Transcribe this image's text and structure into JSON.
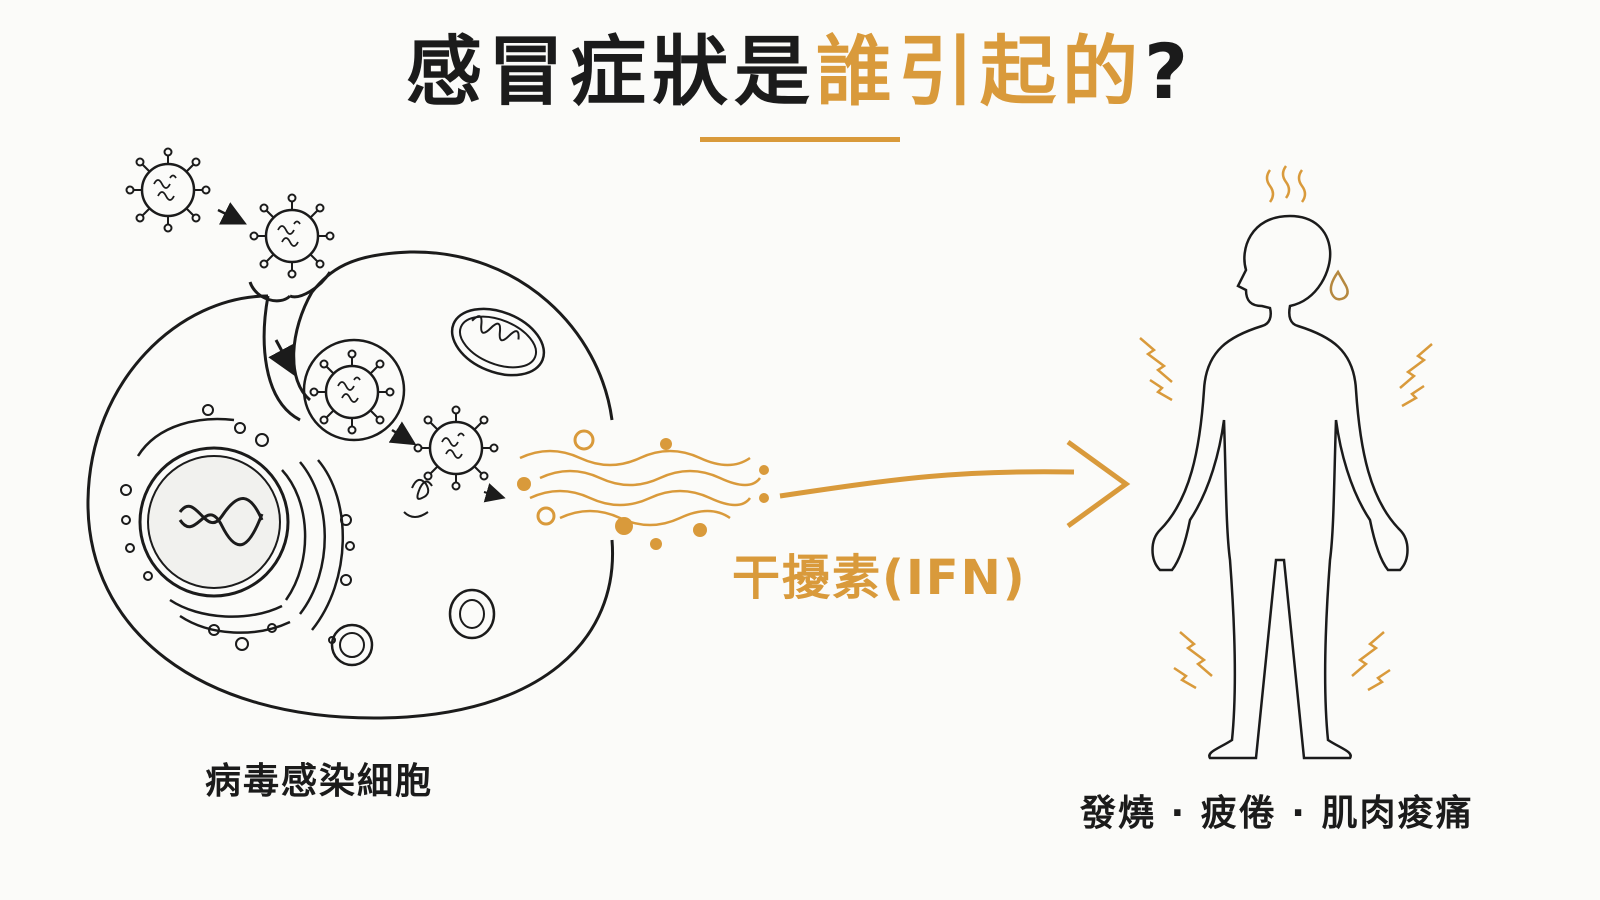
{
  "title": {
    "part1": "感冒症狀是",
    "accent": "誰引起的",
    "part3": "?"
  },
  "cell": {
    "label": "病毒感染細胞"
  },
  "signal": {
    "label": "干擾素(IFN)"
  },
  "body": {
    "symptoms": "發燒 · 疲倦 · 肌肉痠痛"
  },
  "colors": {
    "accent": "#d99a3b",
    "ink": "#1b1b1b",
    "background": "#fbfbf9"
  },
  "icons": [
    "virus-icon",
    "mitochondria-icon",
    "nucleus-icon",
    "dna-icon",
    "arrow-icon",
    "human-figure-icon",
    "sweat-drop-icon",
    "heat-wave-icon",
    "ache-zigzag-icon"
  ]
}
